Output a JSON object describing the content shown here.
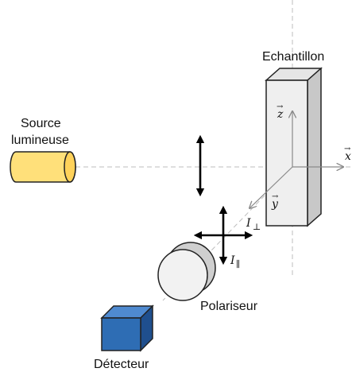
{
  "labels": {
    "source_line1": "Source",
    "source_line2": "lumineuse",
    "sample": "Echantillon",
    "polarizer": "Polariseur",
    "detector": "Détecteur"
  },
  "axes": {
    "x": "x",
    "y": "y",
    "z": "z",
    "vector_mark": "→"
  },
  "intensities": {
    "perp": {
      "symbol": "I",
      "subscript": "⊥"
    },
    "para": {
      "symbol": "I",
      "subscript": "∥"
    }
  },
  "colors": {
    "source_fill": "#ffe07a",
    "detector_fill": "#2e6db4",
    "sample_fill": "#efefef",
    "sample_side": "#c8c8c8",
    "polarizer_fill": "#f2f2f2",
    "polarizer_back": "#cfcfcf",
    "guide_line": "#bdbdbd",
    "axis_line": "#8a8a8a",
    "arrow": "#000000"
  }
}
